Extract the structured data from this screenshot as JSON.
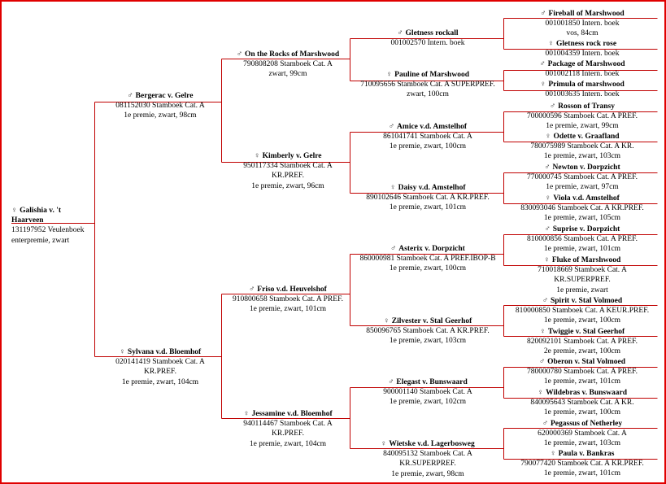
{
  "colors": {
    "frame": "#e00000",
    "line": "#c00000",
    "text": "#000000"
  },
  "symbols": {
    "male": "♂",
    "female": "♀"
  },
  "animals": {
    "root": {
      "sex": "female",
      "name": "Galishia v. 't",
      "name2": "Haarveen",
      "lines": [
        "131197952 Veulenboek",
        "enterpremie, zwart"
      ]
    },
    "g1a": {
      "sex": "male",
      "name": "Bergerac v. Gelre",
      "lines": [
        "081152030 Stamboek Cat. A",
        "1e premie, zwart, 98cm"
      ]
    },
    "g1b": {
      "sex": "female",
      "name": "Sylvana v.d. Bloemhof",
      "lines": [
        "020141419 Stamboek Cat. A",
        "KR.PREF.",
        "1e premie, zwart, 104cm"
      ]
    },
    "g2a": {
      "sex": "male",
      "name": "On the Rocks of Marshwood",
      "lines": [
        "790808208 Stamboek Cat. A",
        "zwart, 99cm"
      ]
    },
    "g2b": {
      "sex": "female",
      "name": "Kimberly v. Gelre",
      "lines": [
        "950117334 Stamboek Cat. A",
        "KR.PREF.",
        "1e premie, zwart, 96cm"
      ]
    },
    "g2c": {
      "sex": "male",
      "name": "Friso v.d. Heuvelshof",
      "lines": [
        "910800658 Stamboek Cat. A PREF.",
        "1e premie, zwart, 101cm"
      ]
    },
    "g2d": {
      "sex": "female",
      "name": "Jessamine v.d. Bloemhof",
      "lines": [
        "940114467 Stamboek Cat. A",
        "KR.PREF.",
        "1e premie, zwart, 104cm"
      ]
    },
    "g3a": {
      "sex": "male",
      "name": "Gletness rockall",
      "lines": [
        "001002570 Intern. boek"
      ]
    },
    "g3b": {
      "sex": "female",
      "name": "Pauline of Marshwood",
      "lines": [
        "710095656 Stamboek Cat. A SUPERPREF.",
        "zwart, 100cm"
      ]
    },
    "g3c": {
      "sex": "male",
      "name": "Amice v.d. Amstelhof",
      "lines": [
        "861041741 Stamboek Cat. A",
        "1e premie, zwart, 100cm"
      ]
    },
    "g3d": {
      "sex": "female",
      "name": "Daisy v.d. Amstelhof",
      "lines": [
        "890102646 Stamboek Cat. A KR.PREF.",
        "1e premie, zwart, 101cm"
      ]
    },
    "g3e": {
      "sex": "male",
      "name": "Asterix v. Dorpzicht",
      "lines": [
        "860000981 Stamboek Cat. A PREF.IBOP-B",
        "1e premie, zwart, 100cm"
      ]
    },
    "g3f": {
      "sex": "female",
      "name": "Zilvester v. Stal Geerhof",
      "lines": [
        "850096765 Stamboek Cat. A KR.PREF.",
        "1e premie, zwart, 103cm"
      ]
    },
    "g3g": {
      "sex": "male",
      "name": "Elegast v. Bunswaard",
      "lines": [
        "900001140 Stamboek Cat. A",
        "1e premie, zwart, 102cm"
      ]
    },
    "g3h": {
      "sex": "female",
      "name": "Wietske v.d. Lagerbosweg",
      "lines": [
        "840095132 Stamboek Cat. A",
        "KR.SUPERPREF.",
        "1e premie, zwart, 98cm"
      ]
    },
    "g4a": {
      "sex": "male",
      "name": "Fireball of Marshwood",
      "lines": [
        "001001850 Intern. boek",
        "vos, 84cm"
      ]
    },
    "g4b": {
      "sex": "female",
      "name": "Gletness rock rose",
      "lines": [
        "001004359 Intern. boek"
      ]
    },
    "g4c": {
      "sex": "male",
      "name": "Package of Marshwood",
      "lines": [
        "001002118 Intern. boek"
      ]
    },
    "g4d": {
      "sex": "female",
      "name": "Primula of marshwood",
      "lines": [
        "001003635 Intern. boek"
      ]
    },
    "g4e": {
      "sex": "male",
      "name": "Rosson of Transy",
      "lines": [
        "700000596 Stamboek Cat. A PREF.",
        "1e premie, zwart, 99cm"
      ]
    },
    "g4f": {
      "sex": "female",
      "name": "Odette v. Graafland",
      "lines": [
        "780075989 Stamboek Cat. A KR.",
        "1e premie, zwart, 103cm"
      ]
    },
    "g4g": {
      "sex": "male",
      "name": "Newton v. Dorpzicht",
      "lines": [
        "770000745 Stamboek Cat. A PREF.",
        "1e premie, zwart, 97cm"
      ]
    },
    "g4h": {
      "sex": "female",
      "name": "Viola v.d. Amstelhof",
      "lines": [
        "830093046 Stamboek Cat. A KR.PREF.",
        "1e premie, zwart, 105cm"
      ]
    },
    "g4i": {
      "sex": "male",
      "name": "Suprise v. Dorpzicht",
      "lines": [
        "810000856 Stamboek Cat. A PREF.",
        "1e premie, zwart, 101cm"
      ]
    },
    "g4j": {
      "sex": "female",
      "name": "Fluke of Marshwood",
      "lines": [
        "710018669 Stamboek Cat. A",
        "KR.SUPERPREF.",
        "1e premie, zwart"
      ]
    },
    "g4k": {
      "sex": "male",
      "name": "Spirit v. Stal Volmoed",
      "lines": [
        "810000850 Stamboek Cat. A KEUR.PREF.",
        "1e premie, zwart, 100cm"
      ]
    },
    "g4l": {
      "sex": "female",
      "name": "Twiggie v. Stal Geerhof",
      "lines": [
        "820092101 Stamboek Cat. A PREF.",
        "2e premie, zwart, 100cm"
      ]
    },
    "g4m": {
      "sex": "male",
      "name": "Oberon v. Stal Volmoed",
      "lines": [
        "780000780 Stamboek Cat. A PREF.",
        "1e premie, zwart, 101cm"
      ]
    },
    "g4n": {
      "sex": "female",
      "name": "Wildebras v. Bunswaard",
      "lines": [
        "840095643 Stamboek Cat. A KR.",
        "1e premie, zwart, 100cm"
      ]
    },
    "g4o": {
      "sex": "male",
      "name": "Pegassus of Netherley",
      "lines": [
        "620000369 Stamboek Cat. A",
        "1e premie, zwart, 103cm"
      ]
    },
    "g4p": {
      "sex": "female",
      "name": "Paula v. Bankras",
      "lines": [
        "790077420 Stamboek Cat. A KR.PREF.",
        "1e premie, zwart, 101cm"
      ]
    }
  }
}
